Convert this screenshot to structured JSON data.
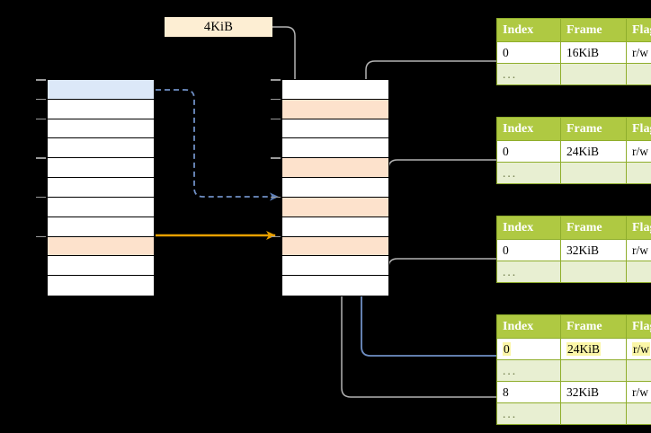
{
  "diagram": {
    "title": "",
    "tag": {
      "label": "4KiB"
    },
    "colors": {
      "header_green": "#afc942",
      "row_alt_green": "#e8efd2",
      "highlight_yellow": "#fbf6a8",
      "peach": "#fde2cc",
      "blue_row": "#dce8f8",
      "orange_arrow": "#e8a000",
      "blue_arrow": "#6f8fc4",
      "grey_wire": "#b3b3b3"
    }
  },
  "virtual_column": {
    "name": "virtual-address-space",
    "row_count": 11,
    "rows": [
      {
        "index": 0,
        "fill": "blue"
      },
      {
        "index": 1,
        "fill": "white"
      },
      {
        "index": 2,
        "fill": "white"
      },
      {
        "index": 3,
        "fill": "white"
      },
      {
        "index": 4,
        "fill": "white"
      },
      {
        "index": 5,
        "fill": "white"
      },
      {
        "index": 6,
        "fill": "white"
      },
      {
        "index": 7,
        "fill": "white"
      },
      {
        "index": 8,
        "fill": "peach"
      },
      {
        "index": 9,
        "fill": "white"
      },
      {
        "index": 10,
        "fill": "white"
      }
    ]
  },
  "physical_column": {
    "name": "physical-memory",
    "row_count": 11,
    "rows": [
      {
        "index": 0,
        "fill": "white"
      },
      {
        "index": 1,
        "fill": "peach"
      },
      {
        "index": 2,
        "fill": "white"
      },
      {
        "index": 3,
        "fill": "white"
      },
      {
        "index": 4,
        "fill": "peach"
      },
      {
        "index": 5,
        "fill": "white"
      },
      {
        "index": 6,
        "fill": "peach"
      },
      {
        "index": 7,
        "fill": "white"
      },
      {
        "index": 8,
        "fill": "peach"
      },
      {
        "index": 9,
        "fill": "white"
      },
      {
        "index": 10,
        "fill": "white"
      }
    ]
  },
  "tables": [
    {
      "name": "page-table-level-1",
      "headers": [
        "Index",
        "Frame",
        "Flags"
      ],
      "rows": [
        {
          "type": "data",
          "cells": [
            "0",
            "16KiB",
            "r/w"
          ],
          "highlight": [
            false,
            false,
            false
          ]
        },
        {
          "type": "ellipsis",
          "cells": [
            "...",
            "",
            ""
          ]
        }
      ]
    },
    {
      "name": "page-table-level-2",
      "headers": [
        "Index",
        "Frame",
        "Flags"
      ],
      "rows": [
        {
          "type": "data",
          "cells": [
            "0",
            "24KiB",
            "r/w"
          ],
          "highlight": [
            false,
            false,
            false
          ]
        },
        {
          "type": "ellipsis",
          "cells": [
            "...",
            "",
            ""
          ]
        }
      ]
    },
    {
      "name": "page-table-level-3",
      "headers": [
        "Index",
        "Frame",
        "Flags"
      ],
      "rows": [
        {
          "type": "data",
          "cells": [
            "0",
            "32KiB",
            "r/w"
          ],
          "highlight": [
            false,
            false,
            false
          ]
        },
        {
          "type": "ellipsis",
          "cells": [
            "...",
            "",
            ""
          ]
        }
      ]
    },
    {
      "name": "page-table-level-4",
      "headers": [
        "Index",
        "Frame",
        "Flags"
      ],
      "rows": [
        {
          "type": "data",
          "cells": [
            "0",
            "24KiB",
            "r/w"
          ],
          "highlight": [
            true,
            true,
            true
          ]
        },
        {
          "type": "ellipsis",
          "cells": [
            "...",
            "",
            ""
          ]
        },
        {
          "type": "data",
          "cells": [
            "8",
            "32KiB",
            "r/w"
          ],
          "highlight": [
            false,
            false,
            false
          ]
        },
        {
          "type": "ellipsis",
          "cells": [
            "...",
            "",
            ""
          ]
        }
      ]
    }
  ]
}
